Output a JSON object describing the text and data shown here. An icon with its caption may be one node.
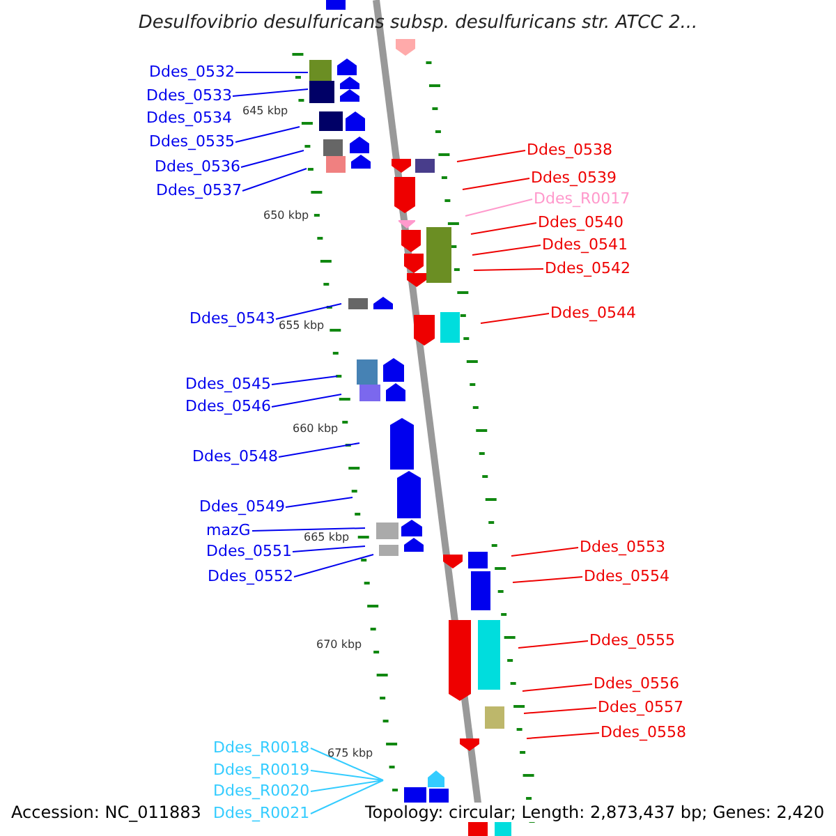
{
  "diagram": {
    "title": "Desulfovibrio desulfuricans subsp. desulfuricans str. ATCC 2...",
    "nodes": [
      {
        "text": [
          "Ddes_0532"
        ]
      },
      {
        "text": [
          "Ddes_0533"
        ]
      },
      {
        "text": [
          "Ddes_0535"
        ]
      },
      {
        "text": [
          "Ddes_0536"
        ]
      },
      {
        "text": [
          "Ddes_0537"
        ]
      },
      {
        "text": [
          "Ddes_0543"
        ]
      },
      {
        "text": [
          "Ddes_0545"
        ]
      },
      {
        "text": [
          "Ddes_0546"
        ]
      },
      {
        "text": [
          "Ddes_0548"
        ]
      },
      {
        "text": [
          "Ddes_0549"
        ]
      },
      {
        "text": [
          "mazG"
        ]
      },
      {
        "text": [
          "Ddes_0551"
        ]
      },
      {
        "text": [
          "Ddes_0552"
        ]
      },
      {
        "text": [
          "Ddes_R0018"
        ]
      },
      {
        "text": [
          "Ddes_R0019"
        ]
      },
      {
        "text": [
          "Ddes_R0020"
        ]
      },
      {
        "text": [
          "Ddes_R0021"
        ]
      },
      {
        "text": [
          "Ddes_0538"
        ]
      },
      {
        "text": [
          "Ddes_0539"
        ]
      },
      {
        "text": [
          "Ddes_R0017"
        ]
      },
      {
        "text": [
          "Ddes_0540"
        ]
      },
      {
        "text": [
          "Ddes_0541"
        ]
      },
      {
        "text": [
          "Ddes_0542"
        ]
      },
      {
        "text": [
          "Ddes_0544"
        ]
      },
      {
        "text": [
          "Ddes_0553"
        ]
      },
      {
        "text": [
          "Ddes_0554"
        ]
      },
      {
        "text": [
          "Ddes_0555"
        ]
      },
      {
        "text": [
          "Ddes_0556"
        ]
      },
      {
        "text": [
          "Ddes_0557"
        ]
      },
      {
        "text": [
          "Ddes_0558"
        ]
      }
    ],
    "edges": [
      {
        "from": 0,
        "to": null,
        "arrow": "none"
      },
      {
        "from": 1,
        "to": null,
        "arrow": "none"
      },
      {
        "from": 2,
        "to": null,
        "arrow": "none"
      },
      {
        "from": 3,
        "to": null,
        "arrow": "none"
      },
      {
        "from": 4,
        "to": null,
        "arrow": "none"
      },
      {
        "from": 5,
        "to": null,
        "arrow": "none"
      },
      {
        "from": 6,
        "to": null,
        "arrow": "none"
      },
      {
        "from": 7,
        "to": null,
        "arrow": "none"
      },
      {
        "from": 8,
        "to": null,
        "arrow": "none"
      },
      {
        "from": 9,
        "to": null,
        "arrow": "none"
      },
      {
        "from": 10,
        "to": null,
        "arrow": "none"
      },
      {
        "from": 11,
        "to": null,
        "arrow": "none"
      },
      {
        "from": 12,
        "to": null,
        "arrow": "none"
      },
      {
        "from": 13,
        "to": null,
        "arrow": "none",
        "color": "#33ccff"
      },
      {
        "from": 14,
        "to": null,
        "arrow": "none",
        "color": "#33ccff"
      },
      {
        "from": 15,
        "to": null,
        "arrow": "none",
        "color": "#33ccff"
      },
      {
        "from": 16,
        "to": null,
        "arrow": "none",
        "color": "#33ccff"
      },
      {
        "from": 17,
        "to": null,
        "arrow": "none",
        "color": "#ee0000"
      },
      {
        "from": 18,
        "to": null,
        "arrow": "none",
        "color": "#ee0000"
      },
      {
        "from": 19,
        "to": null,
        "arrow": "none",
        "color": "#ff99cc"
      },
      {
        "from": 20,
        "to": null,
        "arrow": "none",
        "color": "#ee0000"
      },
      {
        "from": 21,
        "to": null,
        "arrow": "none",
        "color": "#ee0000"
      },
      {
        "from": 22,
        "to": null,
        "arrow": "none",
        "color": "#ee0000"
      },
      {
        "from": 23,
        "to": null,
        "arrow": "none",
        "color": "#ee0000"
      },
      {
        "from": 24,
        "to": null,
        "arrow": "none",
        "color": "#ee0000"
      },
      {
        "from": 25,
        "to": null,
        "arrow": "none",
        "color": "#ee0000"
      },
      {
        "from": 26,
        "to": null,
        "arrow": "none",
        "color": "#ee0000"
      },
      {
        "from": 27,
        "to": null,
        "arrow": "none",
        "color": "#ee0000"
      },
      {
        "from": 28,
        "to": null,
        "arrow": "none",
        "color": "#ee0000"
      },
      {
        "from": 29,
        "to": null,
        "arrow": "none",
        "color": "#ee0000"
      }
    ],
    "labels": [
      "Ddes_0534",
      "645 kbp",
      "650 kbp",
      "655 kbp",
      "660 kbp",
      "665 kbp",
      "670 kbp",
      "675 kbp",
      "Accession: NC_011883",
      "Topology: circular; Length: 2,873,437 bp; Genes: 2,420"
    ]
  }
}
